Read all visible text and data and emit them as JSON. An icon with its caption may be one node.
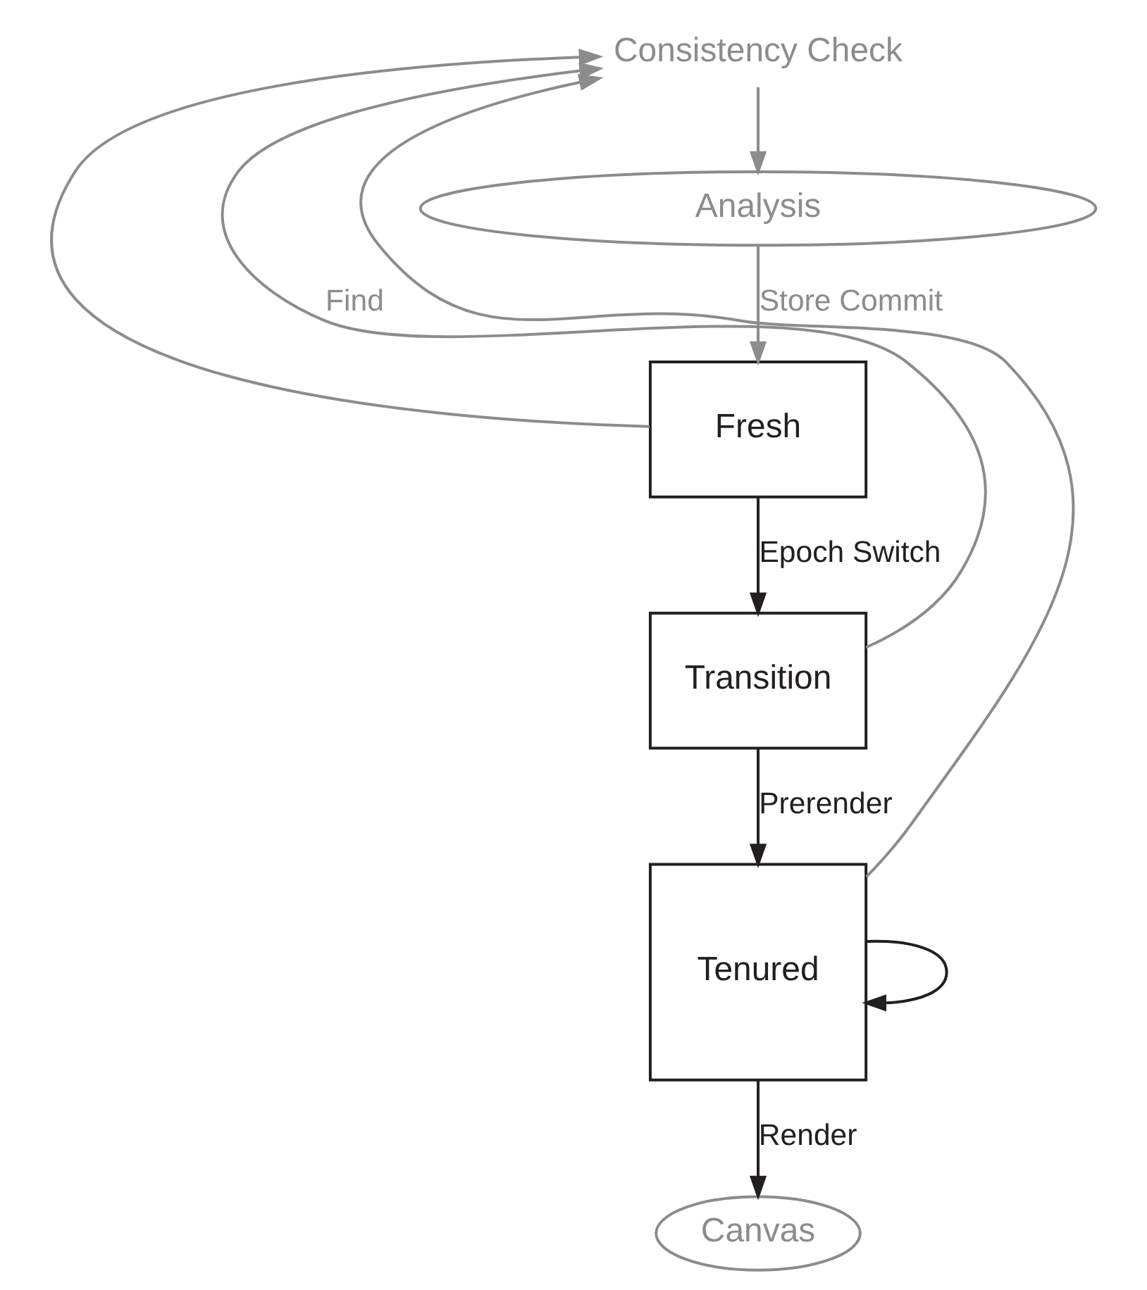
{
  "diagram": {
    "nodes": [
      {
        "text": [
          "Analysis"
        ]
      },
      {
        "text": [
          "Fresh"
        ]
      },
      {
        "text": [
          "Transition"
        ]
      },
      {
        "text": [
          "Tenured"
        ]
      },
      {
        "text": [
          "Canvas"
        ]
      },
      {
        "text": [
          "Consistency Check"
        ]
      }
    ],
    "edges": [
      {
        "from": 0,
        "to": 1,
        "arrow": "to",
        "label": "Store Commit",
        "color": "#8c8c8c"
      },
      {
        "from": 1,
        "to": 2,
        "arrow": "to",
        "label": "Epoch Switch",
        "color": "#231f20"
      },
      {
        "from": 2,
        "to": 3,
        "arrow": "to",
        "label": "Prerender",
        "color": "#231f20"
      },
      {
        "from": 3,
        "to": 3,
        "arrow": "to",
        "color": "#231f20"
      },
      {
        "from": 3,
        "to": 4,
        "arrow": "to",
        "label": "Render",
        "color": "#231f20"
      },
      {
        "from": 1,
        "to": 5,
        "arrow": "to",
        "color": "#8c8c8c"
      },
      {
        "from": 2,
        "to": 5,
        "arrow": "to",
        "label": "Find",
        "color": "#8c8c8c"
      },
      {
        "from": 3,
        "to": 5,
        "arrow": "to",
        "color": "#8c8c8c"
      },
      {
        "from": 5,
        "to": 0,
        "arrow": "to",
        "color": "#8c8c8c"
      }
    ]
  }
}
